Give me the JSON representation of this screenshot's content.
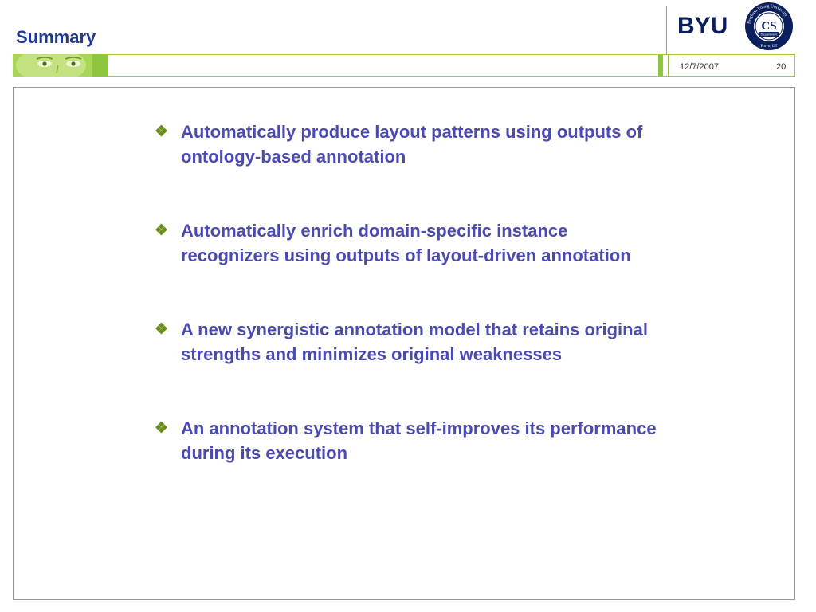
{
  "slide": {
    "title": "Summary",
    "date": "12/7/2007",
    "page_number": "20"
  },
  "branding": {
    "byu_text": "BYU",
    "seal_letters": "CS",
    "seal_ring_text": "Brigham Young University",
    "seal_inner_text": "Department",
    "seal_bottom_text": "Provo, UT"
  },
  "colors": {
    "title": "#1f3a93",
    "bullet_text": "#4a4ab0",
    "accent_green": "#8dc63f",
    "bullet_glyph": "#6a8e1a",
    "seal_navy": "#0a1f5c"
  },
  "icons": {
    "bullet": "four-diamond-bullet-icon"
  },
  "bullets": [
    {
      "glyph": "❖",
      "text": "Automatically produce layout patterns using outputs of ontology-based annotation"
    },
    {
      "glyph": "❖",
      "text": "Automatically enrich domain-specific instance recognizers using outputs of layout-driven annotation"
    },
    {
      "glyph": "❖",
      "text": "A new synergistic annotation model that retains original strengths and minimizes original weaknesses"
    },
    {
      "glyph": "❖",
      "text": "An annotation system that self-improves its performance during its execution"
    }
  ]
}
